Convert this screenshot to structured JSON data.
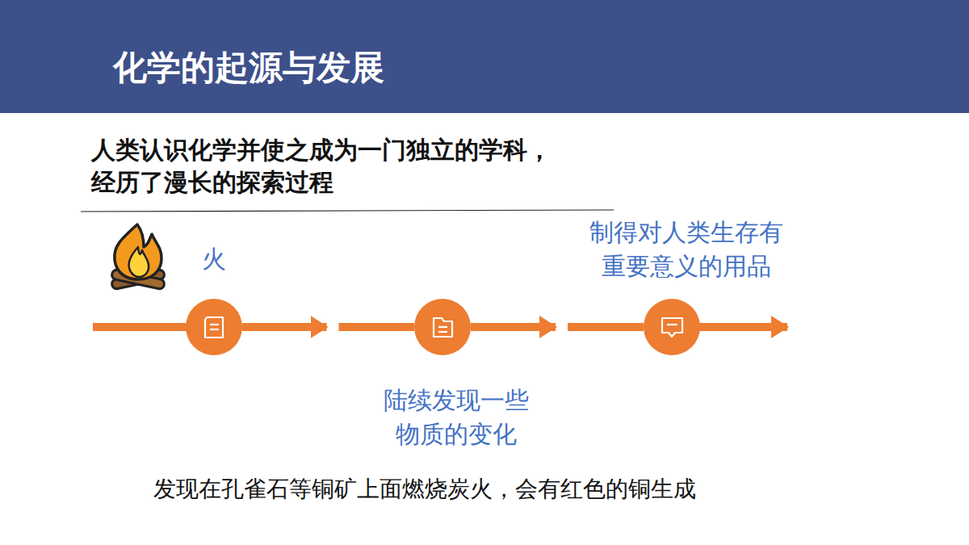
{
  "diagram": {
    "title": "化学的起源与发展",
    "nodes": [
      {
        "text": [
          "火"
        ]
      },
      {
        "text": [
          "陆续发现一些 物质的变化"
        ]
      },
      {
        "text": [
          "制得对人类生存有 重要意义的用品"
        ]
      }
    ],
    "edges": [
      {
        "from": 0,
        "to": 1,
        "arrow": "to"
      },
      {
        "from": 1,
        "to": 2,
        "arrow": "to"
      }
    ],
    "labels": [
      "人类认识化学并使之成为一门独立的学科， 经历了漫长的探索过程",
      "发现在孔雀石等铜矿上面燃烧炭火，会有红色的铜生成"
    ]
  }
}
